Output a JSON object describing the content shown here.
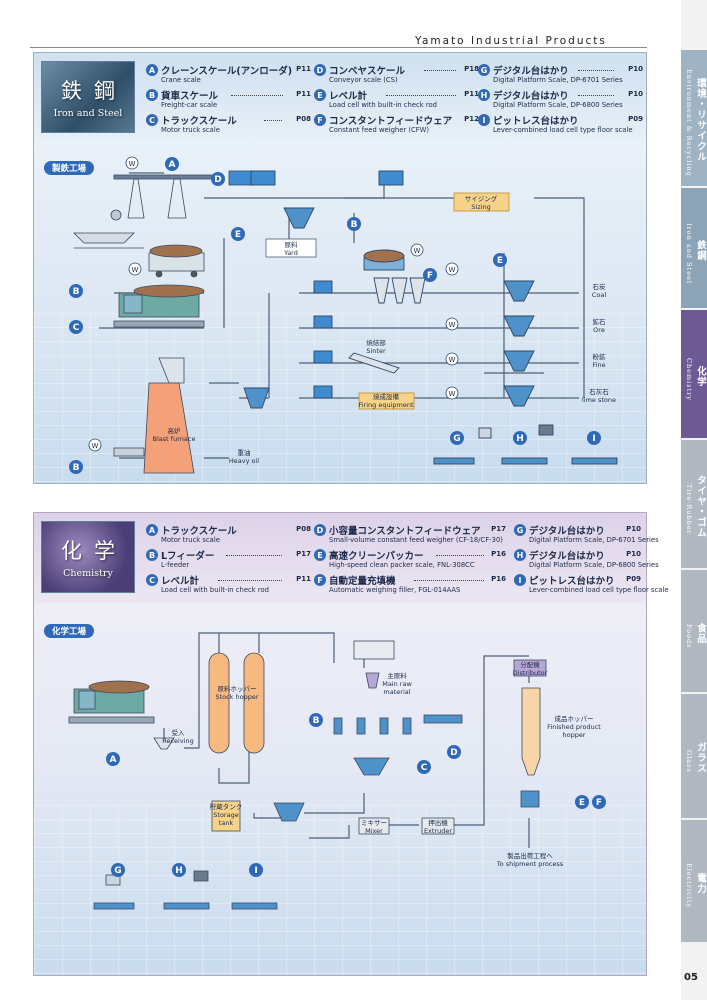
{
  "header": {
    "brand": "Yamato Industrial Products"
  },
  "page_number": "05",
  "side_tabs": [
    {
      "jp": "環境・リサイクル",
      "en": "Environment & Recycling",
      "color": "#9fb3c3"
    },
    {
      "jp": "鉄鋼",
      "en": "Iron and Steel",
      "color": "#8da3b6"
    },
    {
      "jp": "化学",
      "en": "Chemistry",
      "color": "#6d5a94"
    },
    {
      "jp": "タイヤ・ゴム",
      "en": "Tire·Rubber",
      "color": "#b1b8c1"
    },
    {
      "jp": "食品",
      "en": "Foods",
      "color": "#b1b8c1"
    },
    {
      "jp": "ガラス",
      "en": "Glass",
      "color": "#b1b8c1"
    },
    {
      "jp": "電力",
      "en": "Electricity",
      "color": "#b1b8c1"
    }
  ],
  "iron": {
    "badge_jp": "鉄鋼",
    "badge_en": "Iron and Steel",
    "plant_tag": "製鉄工場",
    "legend": [
      {
        "letter": "A",
        "name": "クレーンスケール(アンローダ)",
        "page": "P11",
        "sub": "Crane scale"
      },
      {
        "letter": "B",
        "name": "貨車スケール",
        "page": "P11",
        "sub": "Freight-car scale"
      },
      {
        "letter": "C",
        "name": "トラックスケール",
        "page": "P08",
        "sub": "Motor truck scale"
      },
      {
        "letter": "D",
        "name": "コンベヤスケール",
        "page": "P18",
        "sub": "Conveyor scale (CS)"
      },
      {
        "letter": "E",
        "name": "レベル計",
        "page": "P11",
        "sub": "Load cell with built-in check rod"
      },
      {
        "letter": "F",
        "name": "コンスタントフィードウェア",
        "page": "P12",
        "sub": "Constant feed weigher (CFW)"
      },
      {
        "letter": "G",
        "name": "デジタル台はかり",
        "page": "P10",
        "sub": "Digital Platform Scale, DP-6701 Series"
      },
      {
        "letter": "H",
        "name": "デジタル台はかり",
        "page": "P10",
        "sub": "Digital Platform Scale, DP-6800 Series"
      },
      {
        "letter": "I",
        "name": "ピットレス台はかり",
        "page": "P09",
        "sub": "Lever-combined load cell type floor scale"
      }
    ],
    "labels": {
      "yard_jp": "原料",
      "yard_en": "Yard",
      "sizing_jp": "サイジング",
      "sizing_en": "Sizing",
      "sinter_jp": "焼結部",
      "sinter_en": "Sinter",
      "firing_jp": "焼成設備",
      "firing_en": "Firing equipment",
      "furnace_jp": "高炉",
      "furnace_en": "Blast furnace",
      "oil_jp": "重油",
      "oil_en": "Heavy oil",
      "coal_jp": "石炭",
      "coal_en": "Coal",
      "ore_jp": "鉱石",
      "ore_en": "Ore",
      "fine_jp": "粉鉱",
      "fine_en": "Fine",
      "lime_jp": "石灰石",
      "lime_en": "lime stone"
    }
  },
  "chem": {
    "badge_jp": "化学",
    "badge_en": "Chemistry",
    "plant_tag": "化学工場",
    "legend": [
      {
        "letter": "A",
        "name": "トラックスケール",
        "page": "P08",
        "sub": "Motor truck scale"
      },
      {
        "letter": "B",
        "name": "Lフィーダー",
        "page": "P17",
        "sub": "L-feeder"
      },
      {
        "letter": "C",
        "name": "レベル計",
        "page": "P11",
        "sub": "Load cell with built-in check rod"
      },
      {
        "letter": "D",
        "name": "小容量コンスタントフィードウェア",
        "page": "P17",
        "sub": "Small-volume constant feed weigher (CF-18/CF-30)"
      },
      {
        "letter": "E",
        "name": "高速クリーンパッカー",
        "page": "P16",
        "sub": "High-speed clean packer scale, FNL-308CC"
      },
      {
        "letter": "F",
        "name": "自動定量充填機",
        "page": "P16",
        "sub": "Automatic weighing filler, FGL-014AAS"
      },
      {
        "letter": "G",
        "name": "デジタル台はかり",
        "page": "P10",
        "sub": "Digital Platform Scale, DP-6701 Series"
      },
      {
        "letter": "H",
        "name": "デジタル台はかり",
        "page": "P10",
        "sub": "Digital Platform Scale, DP-6800 Series"
      },
      {
        "letter": "I",
        "name": "ピットレス台はかり",
        "page": "P09",
        "sub": "Lever-combined load cell type floor scale"
      }
    ],
    "labels": {
      "receiving_jp": "受入",
      "receiving_en": "Receiving",
      "stock_jp": "原料ホッパー",
      "stock_en": "Stock hopper",
      "raw_jp": "主原料",
      "raw_en1": "Main raw",
      "raw_en2": "material",
      "distributor_jp": "分配機",
      "distributor_en": "Distributor",
      "product_jp": "成品ホッパー",
      "product_en1": "Finished product",
      "product_en2": "hopper",
      "storage_jp": "貯蔵タンク",
      "storage_en1": "Storage",
      "storage_en2": "tank",
      "mixer_jp": "ミキサー",
      "mixer_en": "Mixer",
      "extruder_jp": "押出機",
      "extruder_en": "Extruder",
      "shipment_jp": "製品出荷工程へ",
      "shipment_en": "To shipment process"
    }
  }
}
